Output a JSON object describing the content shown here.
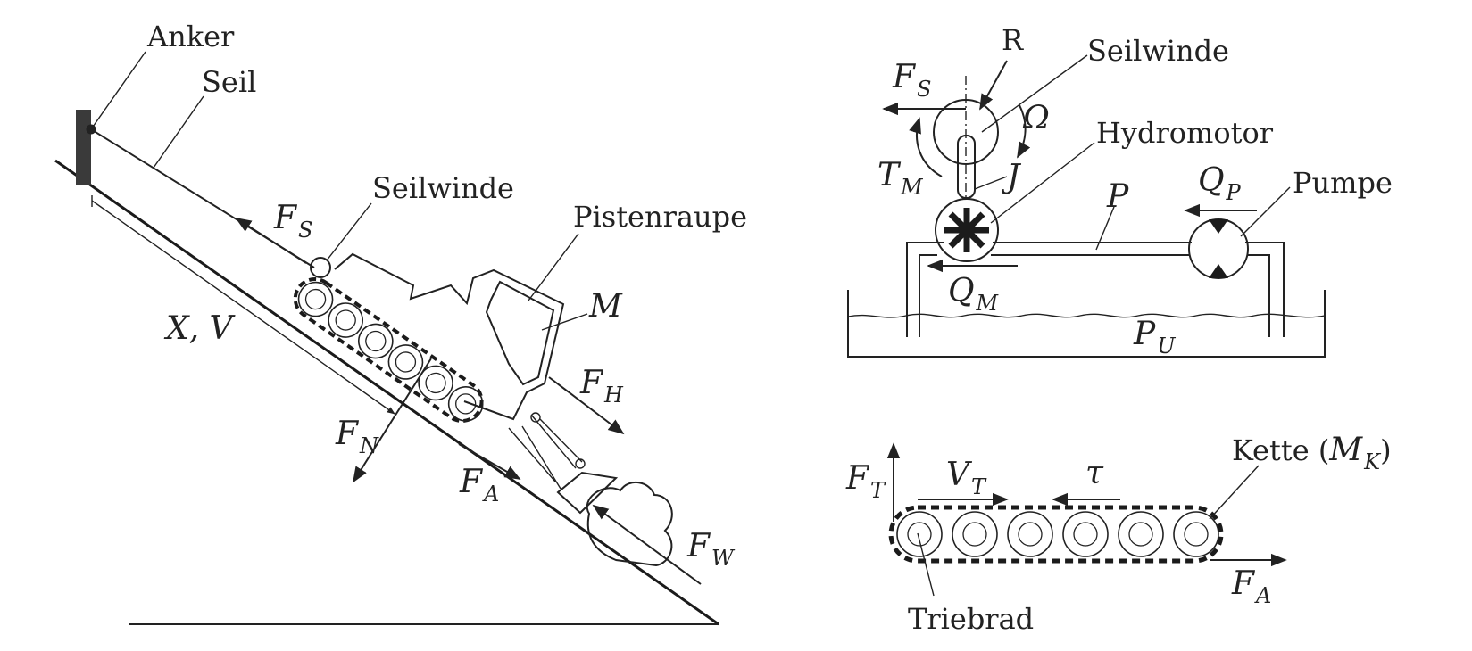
{
  "left": {
    "anker": "Anker",
    "seil": "Seil",
    "seilwinde": "Seilwinde",
    "pistenraupe": "Pistenraupe",
    "mass": "M",
    "position_velocity": "X, V",
    "fs": {
      "main": "F",
      "sub": "S"
    },
    "fh": {
      "main": "F",
      "sub": "H"
    },
    "fn": {
      "main": "F",
      "sub": "N"
    },
    "fa": {
      "main": "F",
      "sub": "A"
    },
    "fw": {
      "main": "F",
      "sub": "W"
    }
  },
  "hydraulic": {
    "r": "R",
    "seilwinde": "Seilwinde",
    "hydromotor": "Hydromotor",
    "pumpe": "Pumpe",
    "fs": {
      "main": "F",
      "sub": "S"
    },
    "omega": "Ω",
    "tm": {
      "main": "T",
      "sub": "M"
    },
    "j": "J",
    "p": "P",
    "qp": {
      "main": "Q",
      "sub": "P"
    },
    "qm": {
      "main": "Q",
      "sub": "M"
    },
    "pu": {
      "main": "P",
      "sub": "U"
    }
  },
  "track": {
    "kette_prefix": "Kette (",
    "kette_m": "M",
    "kette_k": "K",
    "kette_suffix": ")",
    "ft": {
      "main": "F",
      "sub": "T"
    },
    "vt": {
      "main": "V",
      "sub": "T"
    },
    "tau": "τ",
    "fa": {
      "main": "F",
      "sub": "A"
    },
    "triebrad": "Triebrad"
  }
}
